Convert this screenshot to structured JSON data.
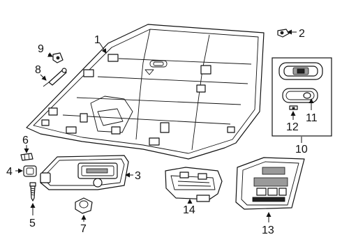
{
  "callouts": [
    "1",
    "2",
    "3",
    "4",
    "5",
    "6",
    "7",
    "8",
    "9",
    "10",
    "11",
    "12",
    "13",
    "14"
  ],
  "icons": [
    "headliner-icon",
    "clip-icon",
    "sun-visor-icon",
    "bracket-icon",
    "screw-icon",
    "retainer-clip-icon",
    "visor-clip-icon",
    "grab-handle-icon",
    "hook-icon",
    "dome-lamp-icon",
    "lens-icon",
    "bulb-icon",
    "overhead-console-icon",
    "console-bracket-icon"
  ]
}
